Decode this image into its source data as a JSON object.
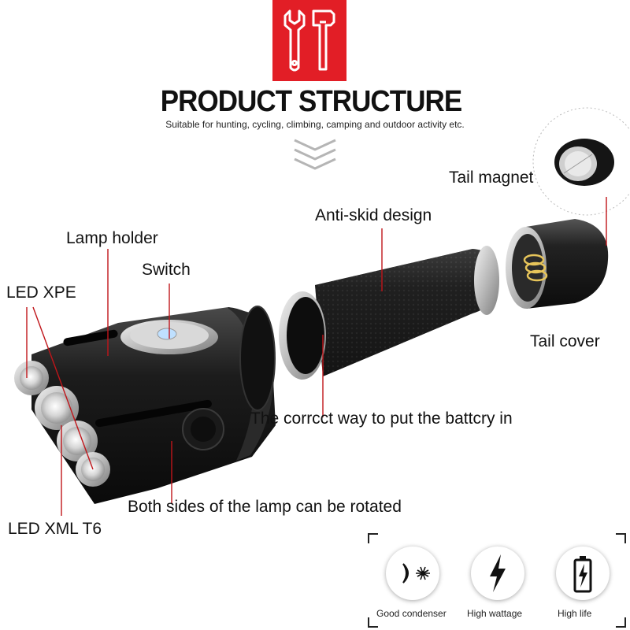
{
  "header": {
    "title": "PRODUCT STRUCTURE",
    "subtitle": "Suitable for hunting, cycling, climbing, camping and outdoor activity etc."
  },
  "labels": {
    "tail_magnet": "Tail magnet",
    "anti_skid": "Anti-skid design",
    "lamp_holder": "Lamp holder",
    "switch": "Switch",
    "led_xpe": "LED XPE",
    "tail_cover": "Tail cover",
    "battery": "The corrcct way to put the battcry in",
    "rotate": "Both sides of the lamp can be rotated",
    "led_xml": "LED XML T6"
  },
  "features": [
    {
      "label": "Good condenser",
      "icon": "condenser-icon"
    },
    {
      "label": "High wattage",
      "icon": "lightning-icon"
    },
    {
      "label": "High life",
      "icon": "battery-icon"
    }
  ],
  "colors": {
    "accent": "#e21e26",
    "line": "#c0151a",
    "body": "#1a1a1a"
  }
}
